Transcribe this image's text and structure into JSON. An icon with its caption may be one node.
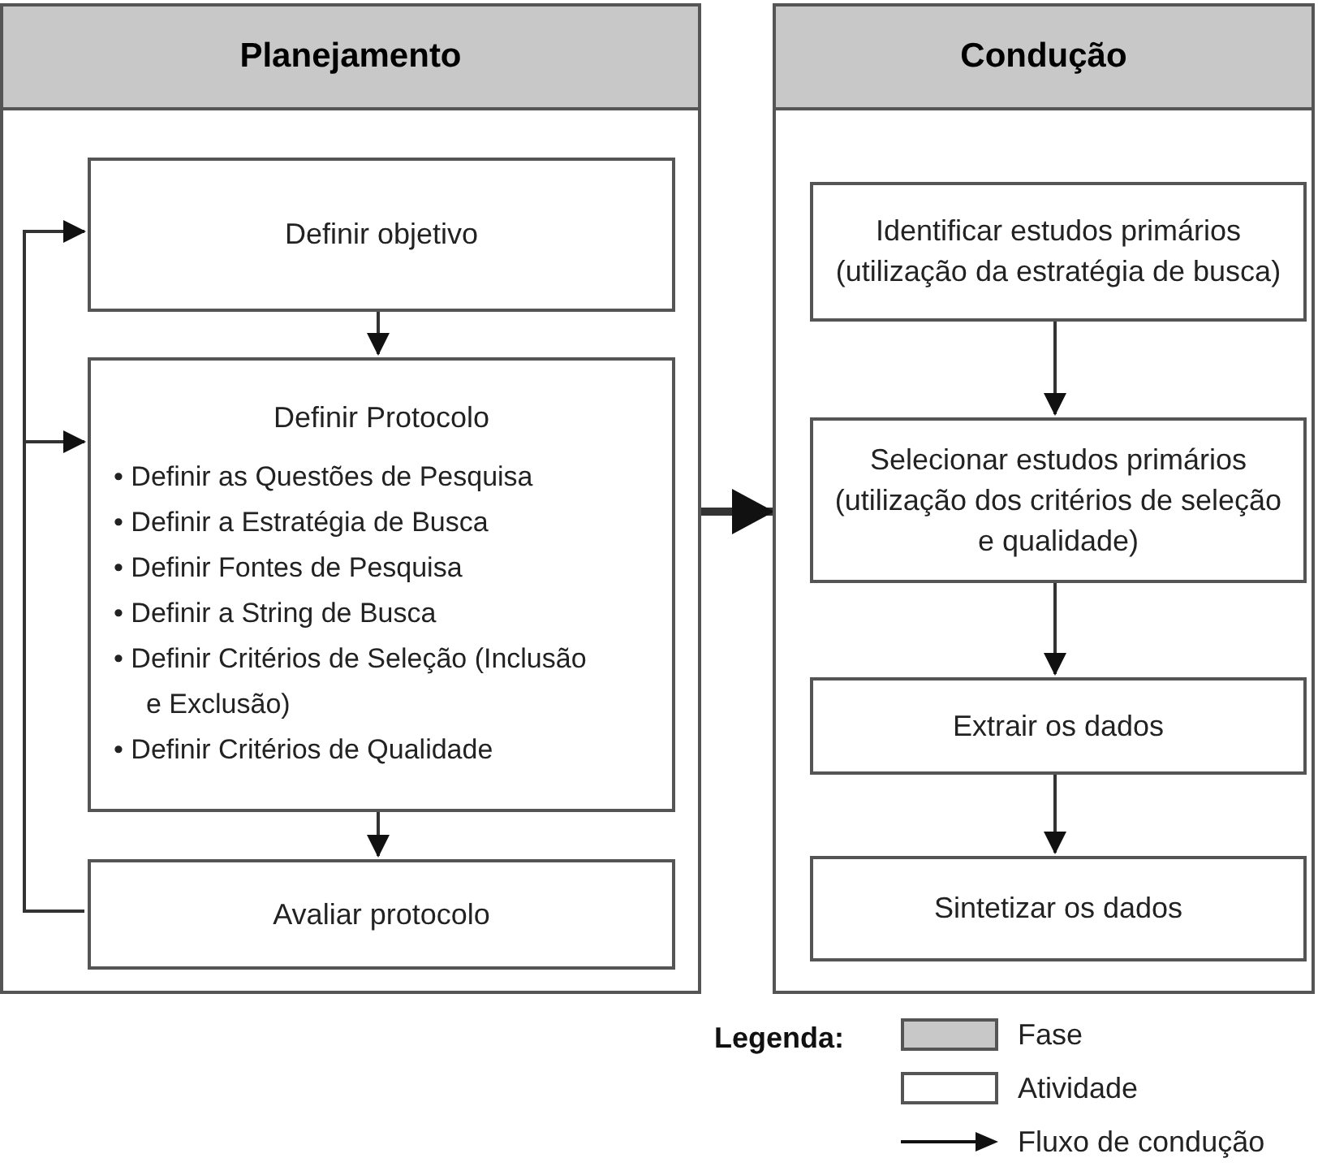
{
  "diagram": {
    "nodes": [
      {
        "text": [
          "Planejamento"
        ]
      },
      {
        "text": [
          "Definir objetivo"
        ],
        "in": 0
      },
      {
        "text": [
          "Definir Protocolo",
          "• Definir as Questões de Pesquisa",
          "• Definir a Estratégia de Busca",
          "• Definir Fontes de Pesquisa",
          "• Definir a String de Busca",
          "• Definir Critérios de Seleção (Inclusão e Exclusão)",
          "• Definir Critérios de Qualidade"
        ],
        "in": 0
      },
      {
        "text": [
          "Avaliar protocolo"
        ],
        "in": 0
      },
      {
        "text": [
          "Condução"
        ]
      },
      {
        "text": [
          "Identificar estudos primários (utilização da estratégia de busca)"
        ],
        "in": 4
      },
      {
        "text": [
          "Selecionar estudos primários (utilização dos critérios de seleção e qualidade)"
        ],
        "in": 4
      },
      {
        "text": [
          "Extrair os dados"
        ],
        "in": 4
      },
      {
        "text": [
          "Sintetizar os dados"
        ],
        "in": 4
      }
    ],
    "edges": [
      {
        "from": 1,
        "to": 2,
        "arrow": "to"
      },
      {
        "from": 2,
        "to": 3,
        "arrow": "to"
      },
      {
        "from": 3,
        "to": 1,
        "arrow": "to"
      },
      {
        "from": 3,
        "to": 2,
        "arrow": "to"
      },
      {
        "from": 0,
        "to": 4,
        "arrow": "to",
        "style": "thick"
      },
      {
        "from": 5,
        "to": 6,
        "arrow": "to"
      },
      {
        "from": 6,
        "to": 7,
        "arrow": "to"
      },
      {
        "from": 7,
        "to": 8,
        "arrow": "to"
      }
    ],
    "labels": [
      "Legenda:"
    ],
    "legend": [
      {
        "text": "Fase",
        "color": "#c8c8c8"
      },
      {
        "text": "Atividade",
        "color": "#ffffff"
      },
      {
        "text": "Fluxo de condução"
      }
    ]
  }
}
